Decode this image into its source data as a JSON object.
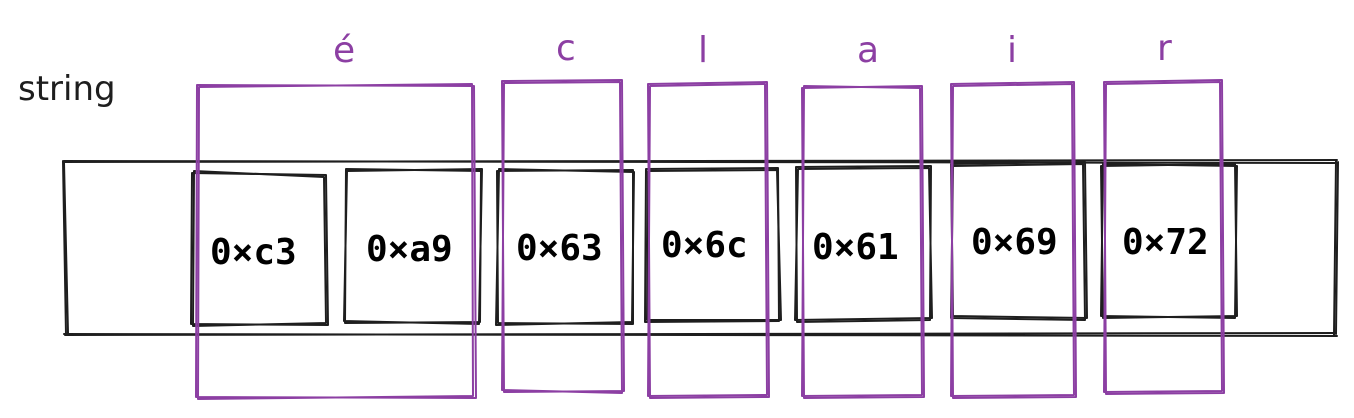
{
  "diagram": {
    "string_label": "string",
    "colors": {
      "ink": "#1e1e1e",
      "grapheme_outline": "#8c3fa3"
    },
    "bytes": [
      {
        "value": "0×c3"
      },
      {
        "value": "0×a9"
      },
      {
        "value": "0×63"
      },
      {
        "value": "0×6c"
      },
      {
        "value": "0×61"
      },
      {
        "value": "0×69"
      },
      {
        "value": "0×72"
      }
    ],
    "characters": [
      {
        "char": "é"
      },
      {
        "char": "c"
      },
      {
        "char": "l"
      },
      {
        "char": "a"
      },
      {
        "char": "i"
      },
      {
        "char": "r"
      }
    ]
  }
}
